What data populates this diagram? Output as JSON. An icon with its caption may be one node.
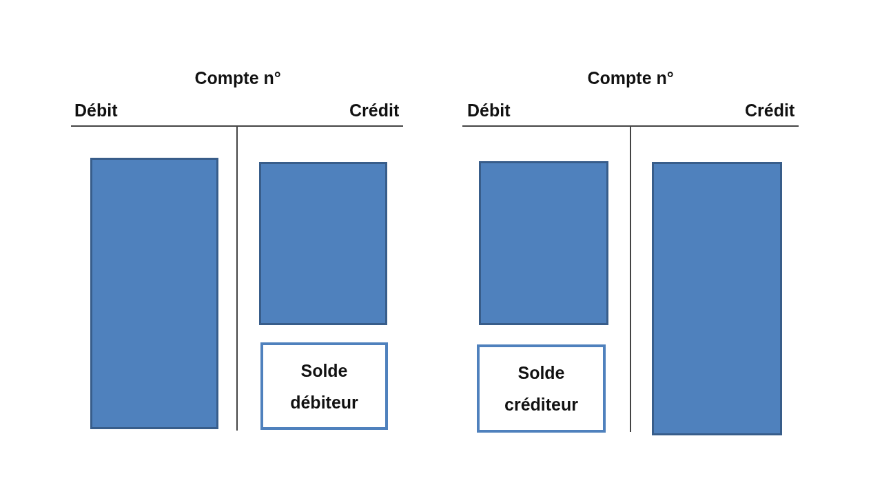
{
  "diagram": {
    "nodes": [
      {
        "text": [],
        "shape": "box"
      },
      {
        "text": [],
        "shape": "box"
      },
      {
        "text": [
          "Solde débiteur"
        ]
      },
      {
        "text": [],
        "shape": "box"
      },
      {
        "text": [
          "Solde créditeur"
        ]
      },
      {
        "text": [],
        "shape": "box"
      }
    ],
    "edges": [],
    "labels": [
      "Compte n°",
      "Débit",
      "Crédit",
      "Compte n°",
      "Débit",
      "Crédit"
    ]
  }
}
